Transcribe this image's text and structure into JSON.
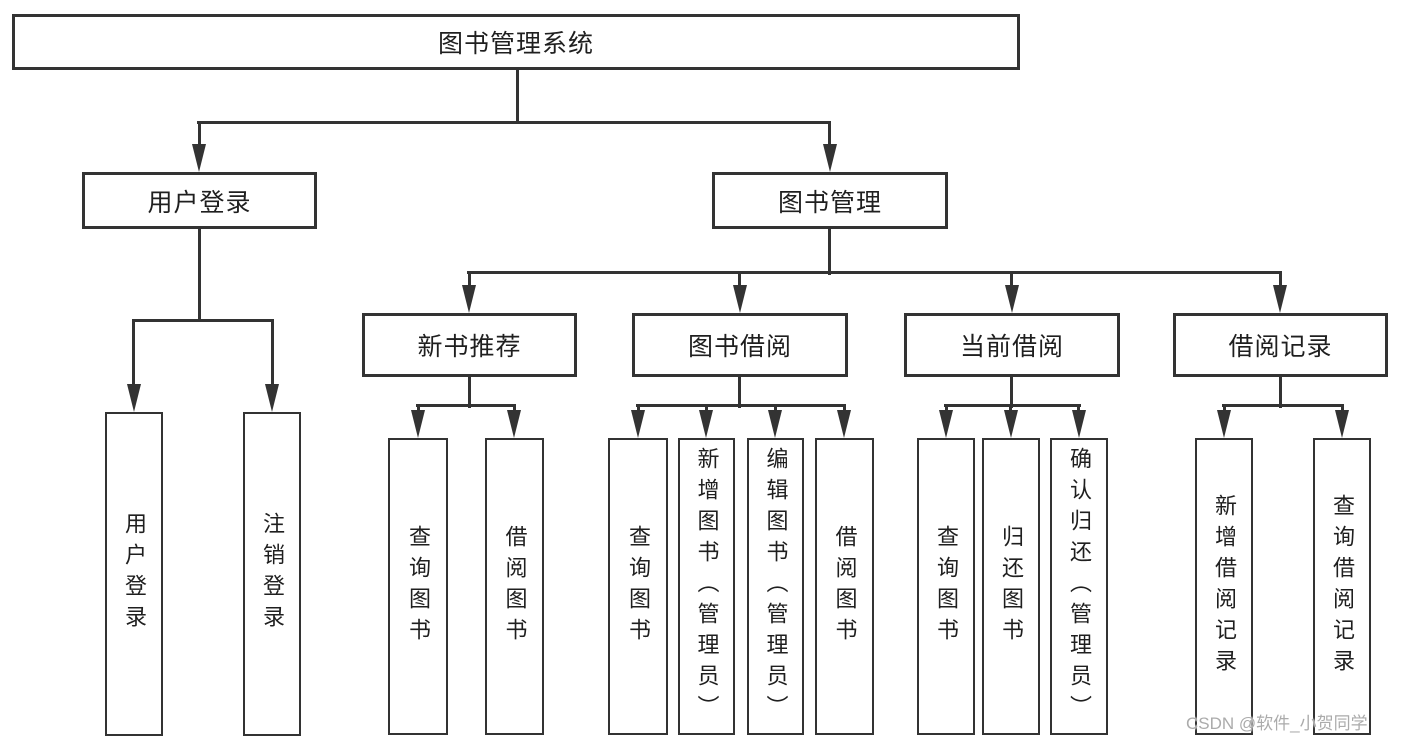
{
  "nodes": {
    "root": {
      "label": "图书管理系统"
    },
    "level2": [
      {
        "label": "用户登录"
      },
      {
        "label": "图书管理"
      }
    ],
    "level3": [
      {
        "label": "新书推荐"
      },
      {
        "label": "图书借阅"
      },
      {
        "label": "当前借阅"
      },
      {
        "label": "借阅记录"
      }
    ],
    "leaves": {
      "user_login": [
        {
          "label": "用户登录"
        },
        {
          "label": "注销登录"
        }
      ],
      "new_book": [
        {
          "label": "查询图书"
        },
        {
          "label": "借阅图书"
        }
      ],
      "book_borrow": [
        {
          "label": "查询图书"
        },
        {
          "label": "新增图书（管理员）"
        },
        {
          "label": "编辑图书（管理员）"
        },
        {
          "label": "借阅图书"
        }
      ],
      "current_borrow": [
        {
          "label": "查询图书"
        },
        {
          "label": "归还图书"
        },
        {
          "label": "确认归还（管理员）"
        }
      ],
      "borrow_record": [
        {
          "label": "新增借阅记录"
        },
        {
          "label": "查询借阅记录"
        }
      ]
    }
  },
  "watermark": {
    "text": "CSDN @软件_小贺同学",
    "color": "#ababab"
  },
  "colors": {
    "line": "#333333",
    "text": "#1f1f1f",
    "background": "#ffffff"
  }
}
